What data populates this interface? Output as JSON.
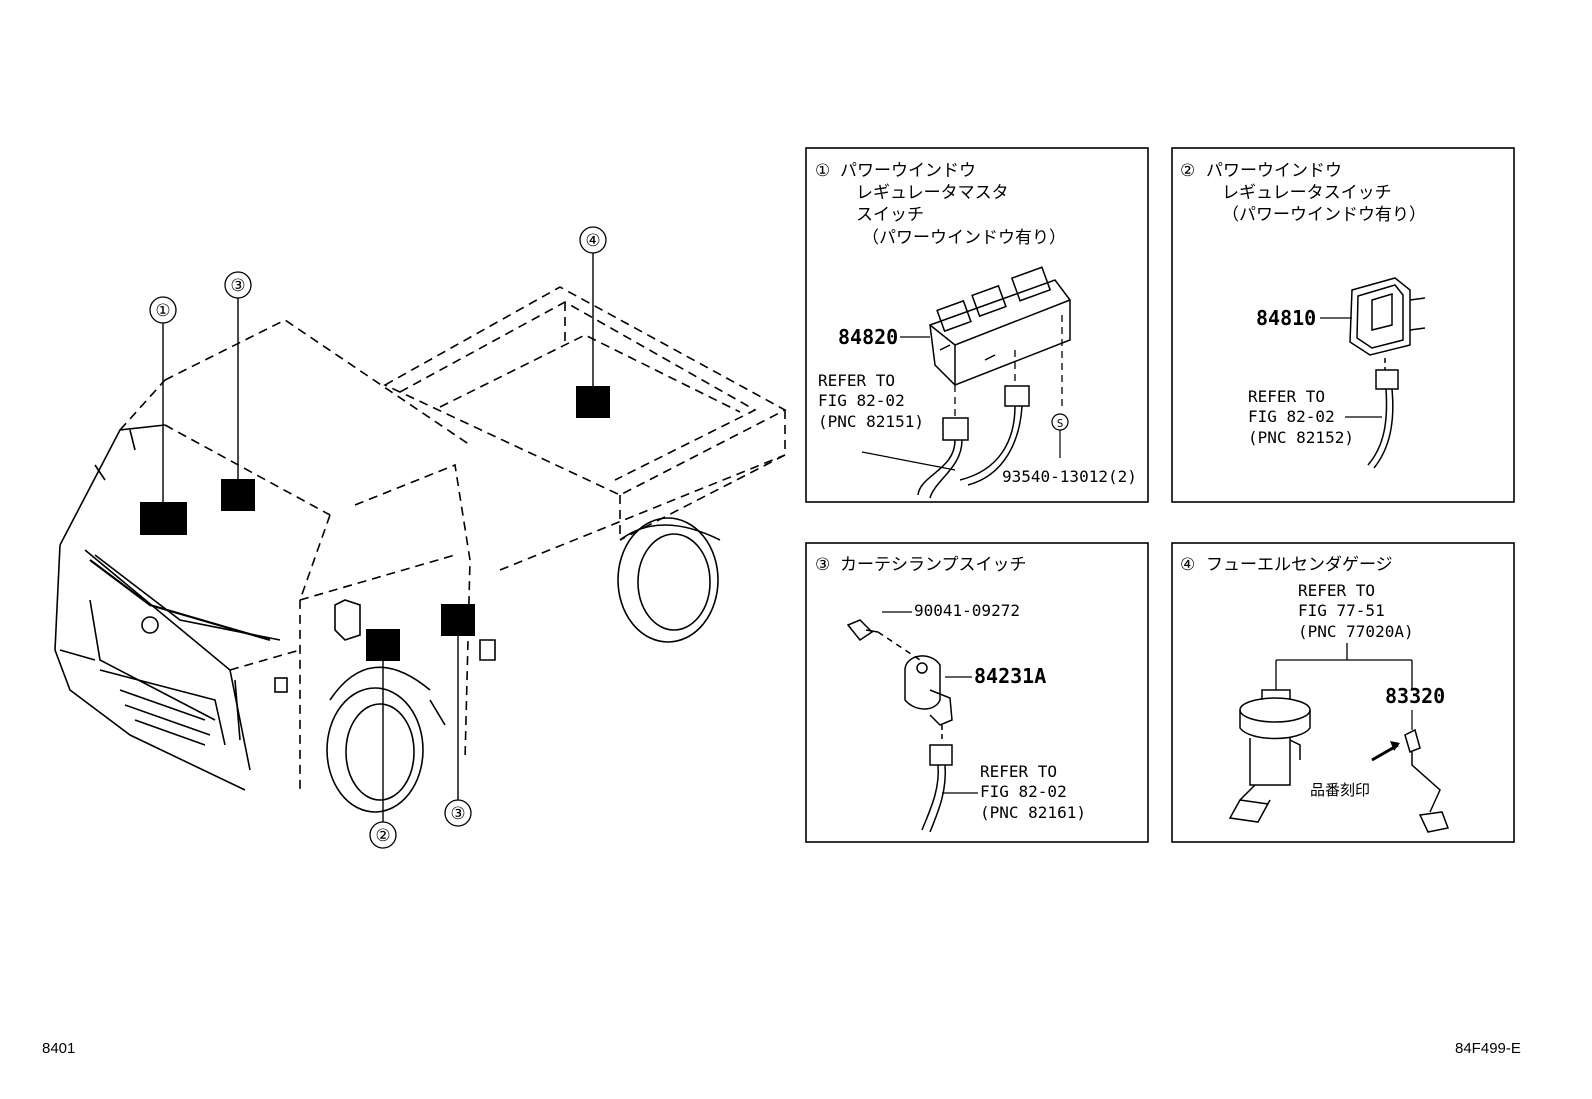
{
  "footer": {
    "left": "8401",
    "right": "84F499-E"
  },
  "truck_callouts": [
    "①",
    "③",
    "④",
    "②",
    "③"
  ],
  "panels": [
    {
      "num": "①",
      "title": [
        "パワーウインドウ",
        "レギュレータマスタ",
        "スイッチ",
        "（パワーウインドウ有り）"
      ],
      "part": "84820",
      "ref": [
        "REFER TO",
        "FIG 82-02",
        "(PNC 82151)"
      ],
      "sub_mark": "S",
      "sub_part": "93540-13012(2)"
    },
    {
      "num": "②",
      "title": [
        "パワーウインドウ",
        "レギュレータスイッチ",
        "（パワーウインドウ有り）"
      ],
      "part": "84810",
      "ref": [
        "REFER TO",
        "FIG 82-02",
        "(PNC 82152)"
      ]
    },
    {
      "num": "③",
      "title": [
        "カーテシランプスイッチ"
      ],
      "part": "84231A",
      "sub_part": "90041-09272",
      "ref": [
        "REFER TO",
        "FIG 82-02",
        "(PNC 82161)"
      ]
    },
    {
      "num": "④",
      "title": [
        "フューエルセンダゲージ"
      ],
      "part": "83320",
      "ref": [
        "REFER TO",
        "FIG 77-51",
        "(PNC 77020A)"
      ],
      "note": "品番刻印"
    }
  ]
}
